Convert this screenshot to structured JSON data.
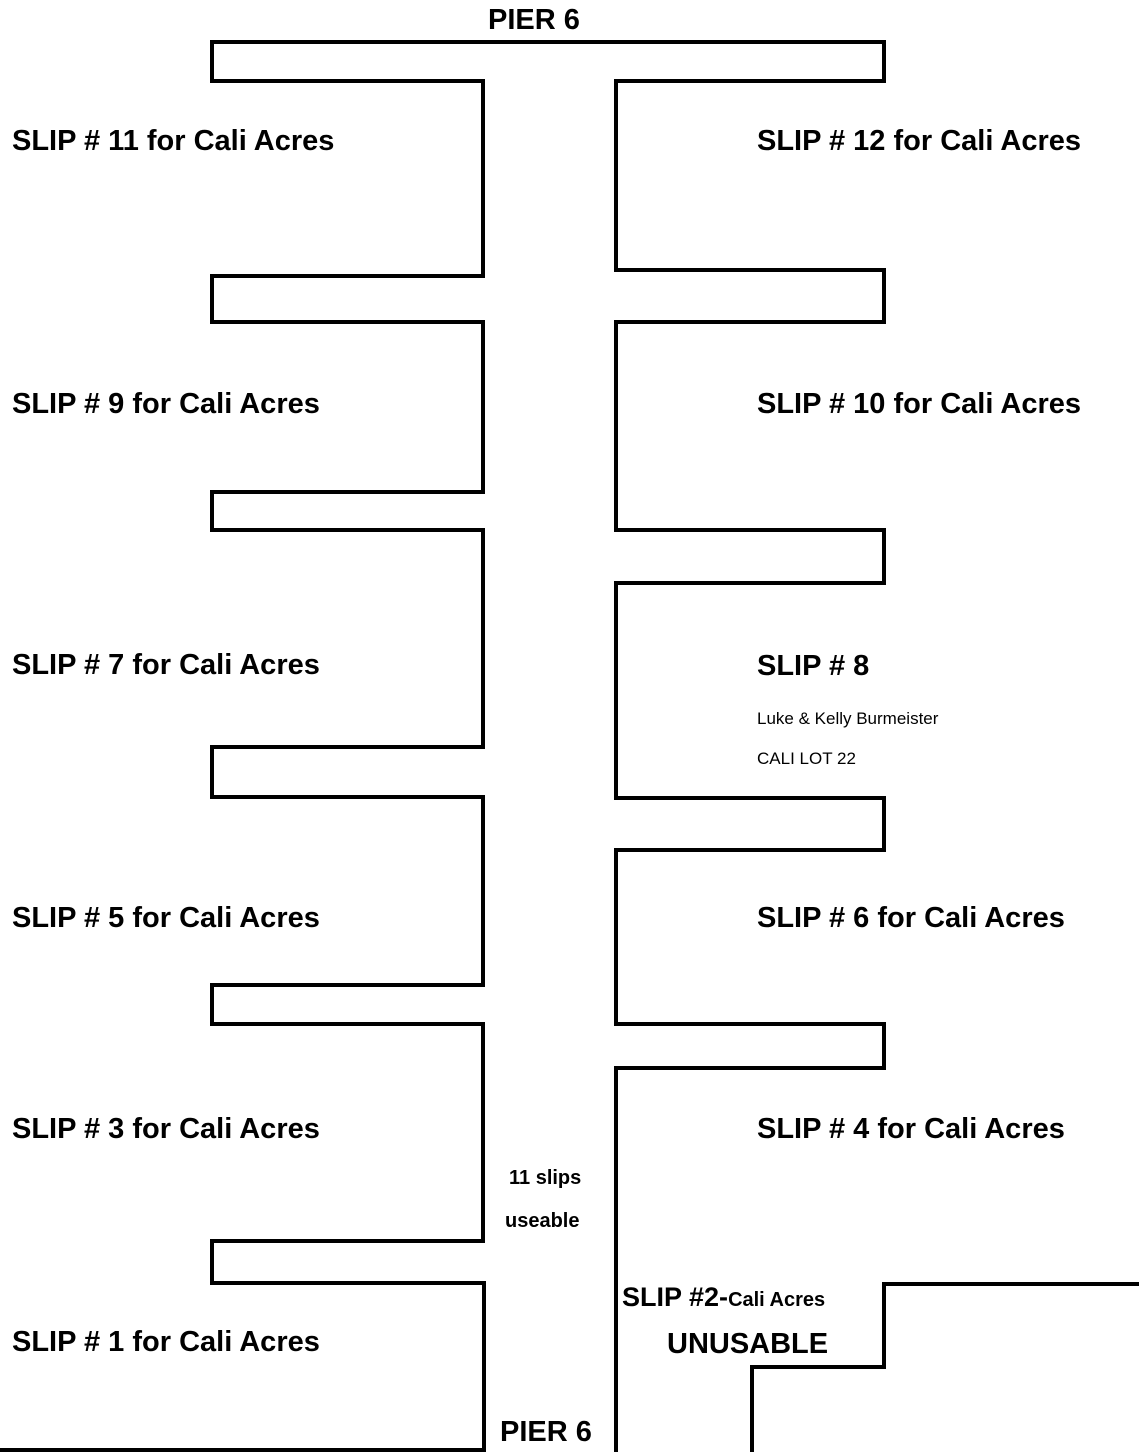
{
  "pier": {
    "top_label": "PIER 6",
    "bottom_label": "PIER 6"
  },
  "left_slips": [
    {
      "label": "SLIP # 11 for Cali Acres"
    },
    {
      "label": "SLIP # 9 for Cali Acres"
    },
    {
      "label": "SLIP # 7 for Cali Acres"
    },
    {
      "label": "SLIP # 5 for Cali Acres"
    },
    {
      "label": "SLIP # 3 for Cali Acres"
    },
    {
      "label": "SLIP # 1 for Cali Acres"
    }
  ],
  "right_slips": [
    {
      "label": "SLIP # 12 for Cali Acres"
    },
    {
      "label": "SLIP # 10 for Cali Acres"
    },
    {
      "label": "SLIP # 8",
      "owner": "Luke & Kelly Burmeister",
      "lot": "CALI LOT 22"
    },
    {
      "label": "SLIP # 6 for Cali Acres"
    },
    {
      "label": "SLIP # 4 for Cali Acres"
    }
  ],
  "slip2": {
    "number": "SLIP #2-",
    "name": "Cali Acres",
    "status": "UNUSABLE"
  },
  "note": {
    "line1": "11 slips",
    "line2": "useable"
  },
  "colors": {
    "line": "#000000",
    "background": "#ffffff"
  }
}
